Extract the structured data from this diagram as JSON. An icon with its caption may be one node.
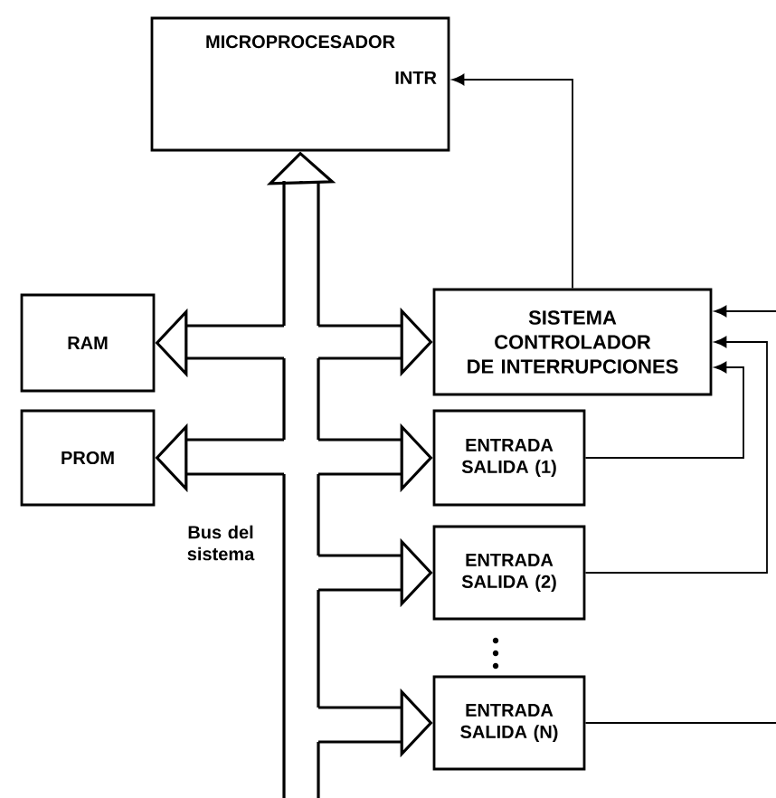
{
  "diagram": {
    "nodes": [
      {
        "text": [
          "MICROPROCESADOR",
          "INTR"
        ]
      },
      {
        "text": [
          "RAM"
        ]
      },
      {
        "text": [
          "PROM"
        ]
      },
      {
        "text": [
          "SISTEMA CONTROLADOR DE INTERRUPCIONES"
        ]
      },
      {
        "text": [
          "ENTRADA SALIDA (1)"
        ]
      },
      {
        "text": [
          "ENTRADA SALIDA (2)"
        ]
      },
      {
        "text": [
          "ENTRADA SALIDA (N)"
        ]
      }
    ],
    "edges": [
      {
        "from": null,
        "to": 0,
        "arrow": "to"
      },
      {
        "from": null,
        "to": 1,
        "arrow": "to"
      },
      {
        "from": null,
        "to": 2,
        "arrow": "to"
      },
      {
        "from": null,
        "to": 3,
        "arrow": "to"
      },
      {
        "from": null,
        "to": 4,
        "arrow": "to"
      },
      {
        "from": null,
        "to": 5,
        "arrow": "to"
      },
      {
        "from": null,
        "to": 6,
        "arrow": "to"
      },
      {
        "from": 3,
        "to": 0,
        "arrow": "to"
      },
      {
        "from": null,
        "to": 3,
        "arrow": "to"
      },
      {
        "from": 4,
        "to": 3,
        "arrow": "to"
      },
      {
        "from": 5,
        "to": 3,
        "arrow": "to"
      },
      {
        "from": 6,
        "to": null,
        "arrow": "none"
      }
    ],
    "labels": [
      "Bus del sistema"
    ]
  }
}
